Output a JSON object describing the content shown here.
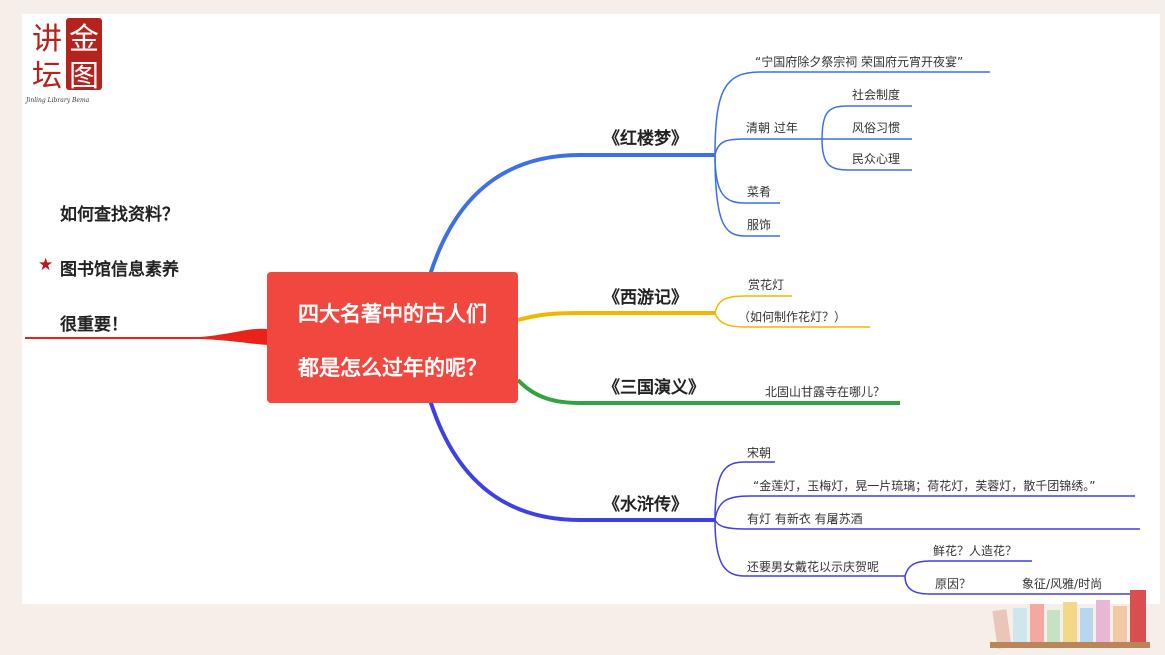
{
  "colors": {
    "red": "#e8231a",
    "blue": "#3d6fe8",
    "yellow": "#f3b600",
    "green": "#32a242",
    "indigo": "#3f3fe6",
    "central_bg": "#f0473e"
  },
  "logo": {
    "chars": "讲金图坛",
    "subtitle": "Jinling Library Bema"
  },
  "left": {
    "q1": "如何查找资料？",
    "q2": "图书馆信息素养",
    "q3": "很重要！",
    "star_icon": "star-icon"
  },
  "central": {
    "line1": "四大名著中的古人们",
    "line2": "都是怎么过年的呢？"
  },
  "branches": {
    "hongloumeng": {
      "title": "《红楼梦》",
      "quote": "“宁国府除夕祭宗祠  荣国府元宵开夜宴”",
      "qingchao": "清朝 过年",
      "shehui": "社会制度",
      "fengsu": "风俗习惯",
      "minzhong": "民众心理",
      "caiyao": "菜肴",
      "fushi": "服饰"
    },
    "xiyouji": {
      "title": "《西游记》",
      "shanghuadeng": "赏花灯",
      "zhizuo": "（如何制作花灯？）"
    },
    "sanguo": {
      "title": "《三国演义》",
      "ganlusi": "北固山甘露寺在哪儿？"
    },
    "shuihu": {
      "title": "《水浒传》",
      "songchao": "宋朝",
      "quote": "“金莲灯，玉梅灯，晃一片琉璃；荷花灯，芙蓉灯，散千团锦绣。”",
      "youdeng": "有灯  有新衣  有屠苏酒",
      "daihua": "还要男女戴花以示庆贺呢",
      "xianhua": "鲜花？人造花？",
      "yuanyin": "原因？",
      "xiangzheng": "象征/风雅/时尚"
    }
  }
}
